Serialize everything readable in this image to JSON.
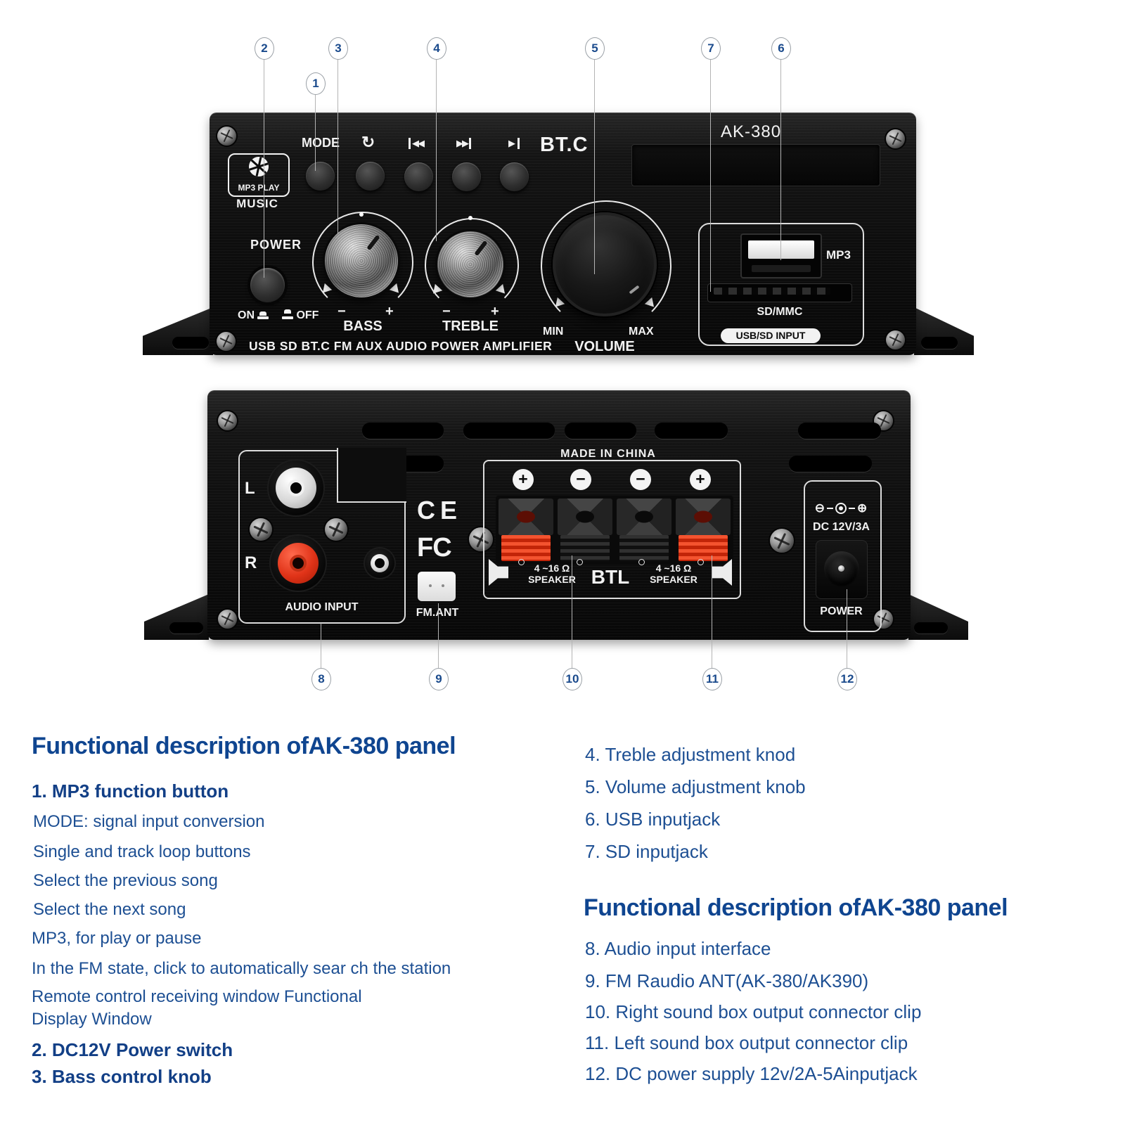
{
  "colors": {
    "text_blue": "#1d4f93",
    "heading_blue": "#0f4590",
    "panel_black": "#0d0d0d",
    "terminal_red": "#e03318"
  },
  "callouts": {
    "numbers": [
      "1",
      "2",
      "3",
      "4",
      "5",
      "6",
      "7",
      "8",
      "9",
      "10",
      "11",
      "12"
    ]
  },
  "front_panel": {
    "model": "AK-380",
    "bt": "BT.C",
    "mode": "MODE",
    "logo_line1": "MP3 PLAY",
    "logo_line2": "MUSIC",
    "power": "POWER",
    "on": "ON",
    "off": "OFF",
    "minus": "−",
    "plus": "+",
    "bass": "BASS",
    "treble": "TREBLE",
    "min": "MIN",
    "max": "MAX",
    "volume": "VOLUME",
    "mp3": "MP3",
    "sd_mmc": "SD/MMC",
    "usb_sd_input": "USB/SD INPUT",
    "strip": "USB SD BT.C FM AUX AUDIO POWER AMPLIFIER",
    "icons": {
      "loop": "↻",
      "prev": "◀◀",
      "next": "▶▶",
      "play": "▶"
    }
  },
  "back_panel": {
    "made_in": "MADE IN CHINA",
    "jack_l": "L",
    "jack_r": "R",
    "audio_input": "AUDIO INPUT",
    "ce": "CE",
    "fcc": "FC",
    "fm_ant": "FM.ANT",
    "terminals": [
      "+",
      "−",
      "−",
      "+"
    ],
    "ohms": "4 ~16 Ω",
    "speaker": "SPEAKER",
    "btl": "BTL",
    "polarity": {
      "minus": "⊖",
      "plus": "⊕"
    },
    "dc_rating": "DC 12V/3A",
    "power": "POWER"
  },
  "descriptions": {
    "left": {
      "title": "Functional description ofAK-380 panel",
      "item1_title": "1. MP3 function button",
      "lines": [
        "MODE: signal input conversion",
        "Single and track loop buttons",
        "Select the previous song",
        "Select the next song",
        "MP3, for play or pause",
        "In the FM state, click to automatically sear ch the station",
        "Remote control receiving window Functional",
        "Display Window"
      ],
      "item2_title": "2. DC12V Power switch",
      "item3_title": "3. Bass control knob"
    },
    "right": {
      "items_top": [
        "4. Treble adjustment knod",
        "5. Volume adjustment knob",
        "6. USB inputjack",
        "7. SD inputjack"
      ],
      "title": "Functional description ofAK-380 panel",
      "items_bottom": [
        "8. Audio input interface",
        "9. FM Raudio ANT(AK-380/AK390)",
        "10. Right sound box output connector clip",
        "11. Left sound box output connector clip",
        "12. DC power supply 12v/2A-5Ainputjack"
      ]
    }
  }
}
